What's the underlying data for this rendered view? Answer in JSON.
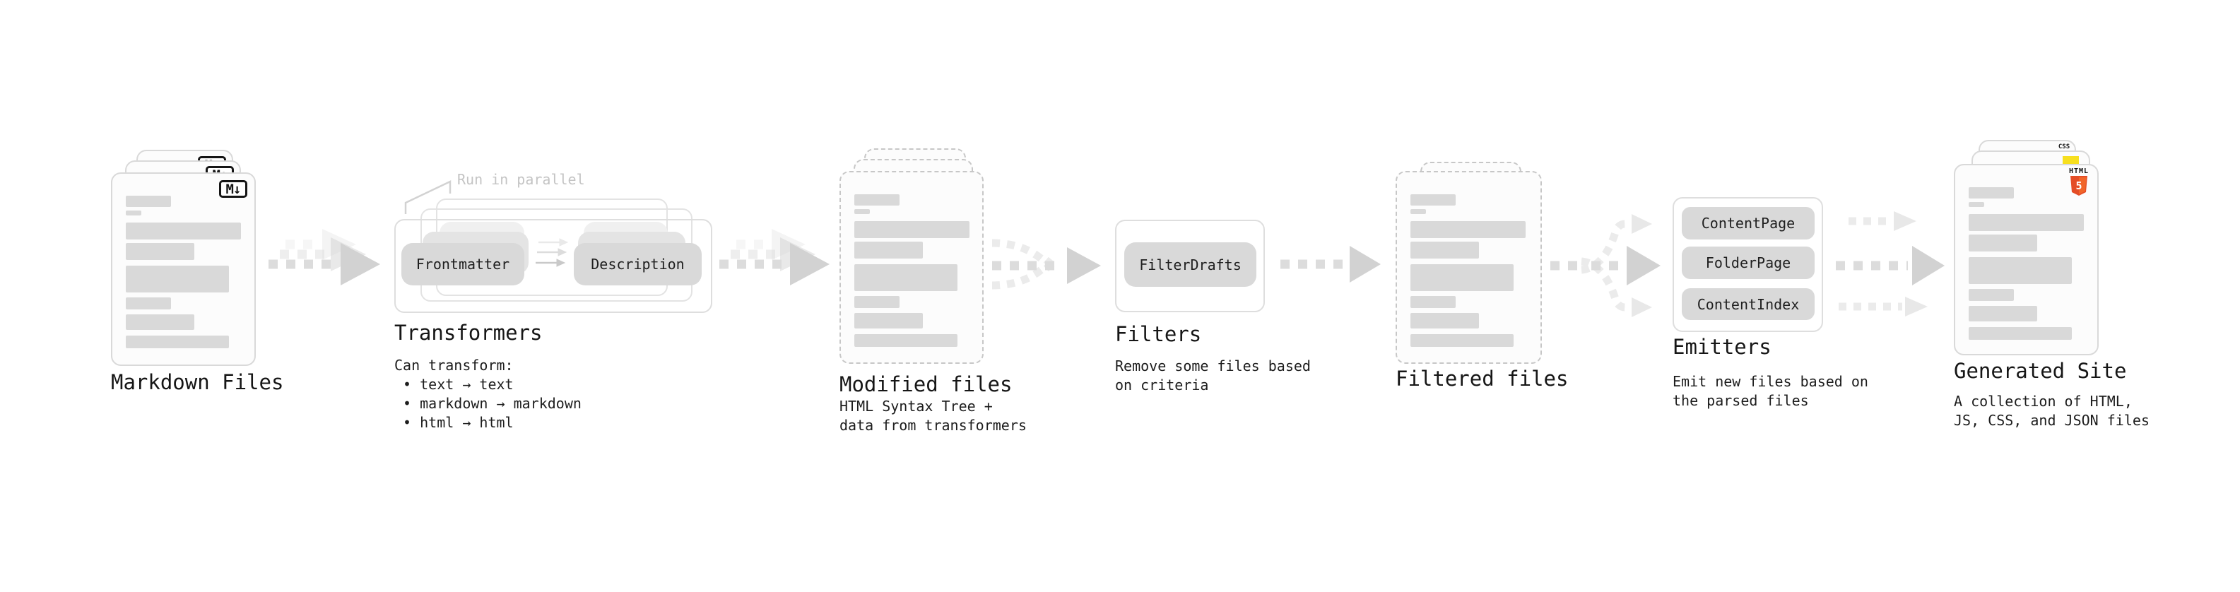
{
  "colors": {
    "text": "#1a1a1a",
    "skeleton_bar": "#d9d9d9",
    "chip_bg": "#d9d9d9",
    "outline": "#dedede",
    "arrow": "#d2d2d2",
    "annotation_gray": "#c4c4c4",
    "html5_orange": "#e44d26",
    "html5_orange_light": "#f16529",
    "js_yellow": "#f7df1e",
    "css_blue": "#1a73e8"
  },
  "stages": {
    "markdown": {
      "title": "Markdown Files",
      "badge": "M↓"
    },
    "transformers": {
      "title": "Transformers",
      "annotation": "Run in parallel",
      "chips": {
        "a": "Frontmatter",
        "b": "Description"
      },
      "description": "Can transform:\n • text → text\n • markdown → markdown\n • html → html"
    },
    "modified": {
      "title": "Modified files",
      "description": "HTML Syntax Tree +\ndata from transformers"
    },
    "filters": {
      "title": "Filters",
      "chip": "FilterDrafts",
      "description": "Remove some files based\non criteria"
    },
    "filtered": {
      "title": "Filtered files"
    },
    "emitters": {
      "title": "Emitters",
      "chips": {
        "a": "ContentPage",
        "b": "FolderPage",
        "c": "ContentIndex"
      },
      "description": "Emit new files based on\nthe parsed files"
    },
    "generated": {
      "title": "Generated Site",
      "description": "A collection of HTML,\nJS, CSS, and JSON files",
      "badges": {
        "html_label": "HTML",
        "html_number": "5",
        "css_label": "CSS"
      }
    }
  }
}
